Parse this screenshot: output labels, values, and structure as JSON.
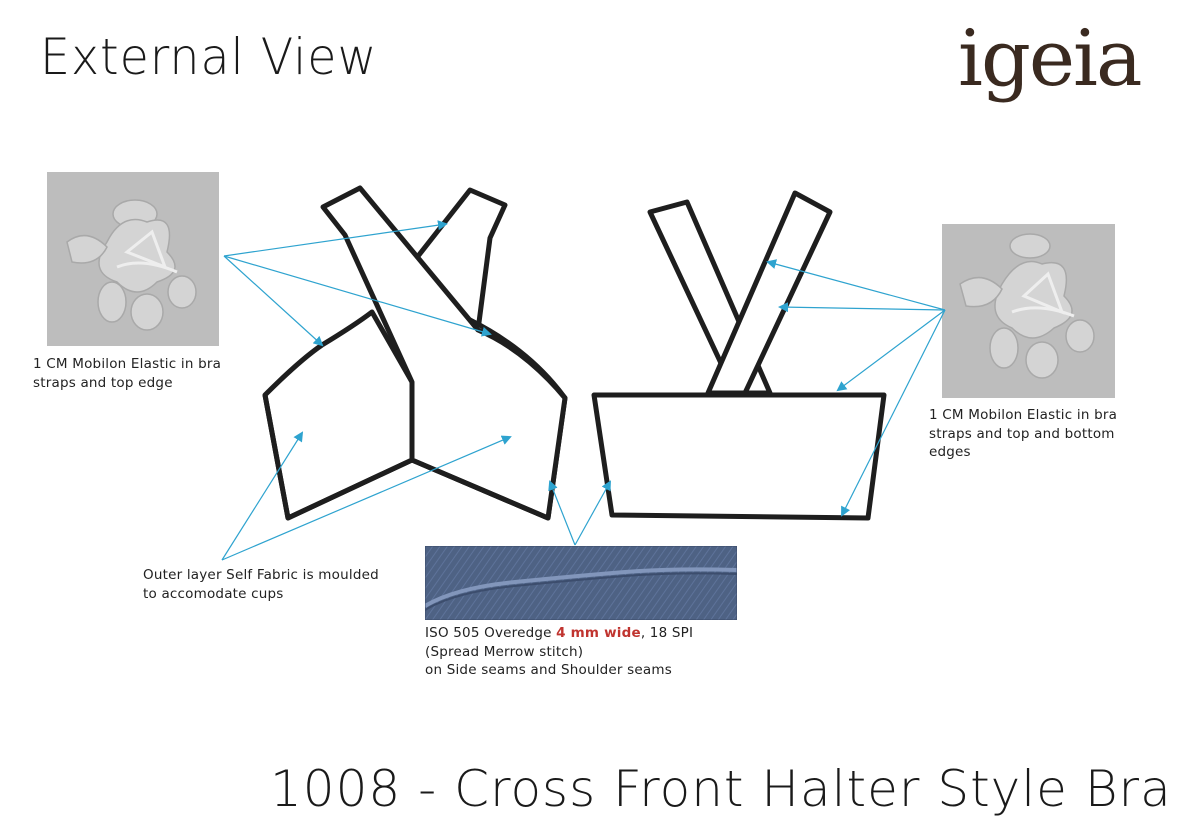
{
  "header": {
    "title": "External View",
    "logo_text": "igeia"
  },
  "footer": {
    "title": "1008 - Cross Front Halter Style Bra"
  },
  "annotations": {
    "front_elastic": {
      "line1": "1 CM Mobilon Elastic in bra",
      "line2": "straps and top edge"
    },
    "back_elastic": {
      "line1": "1 CM Mobilon Elastic in bra",
      "line2": "straps and top and bottom",
      "line3": "edges"
    },
    "outer_layer": {
      "line1": "Outer layer Self Fabric is moulded",
      "line2": "to accomodate cups"
    },
    "stitch": {
      "line1_prefix": "ISO 505 Overedge ",
      "line1_highlight": "4 mm wide",
      "line1_suffix": ", 18 SPI",
      "line2": "(Spread Merrow stitch)",
      "line3": "on Side seams and Shoulder seams"
    }
  },
  "colors": {
    "arrow": "#2ea3cf",
    "outline": "#1e1e1e",
    "highlight": "#c0342f",
    "denim": "#4e6284",
    "logo": "#3a2a20"
  }
}
